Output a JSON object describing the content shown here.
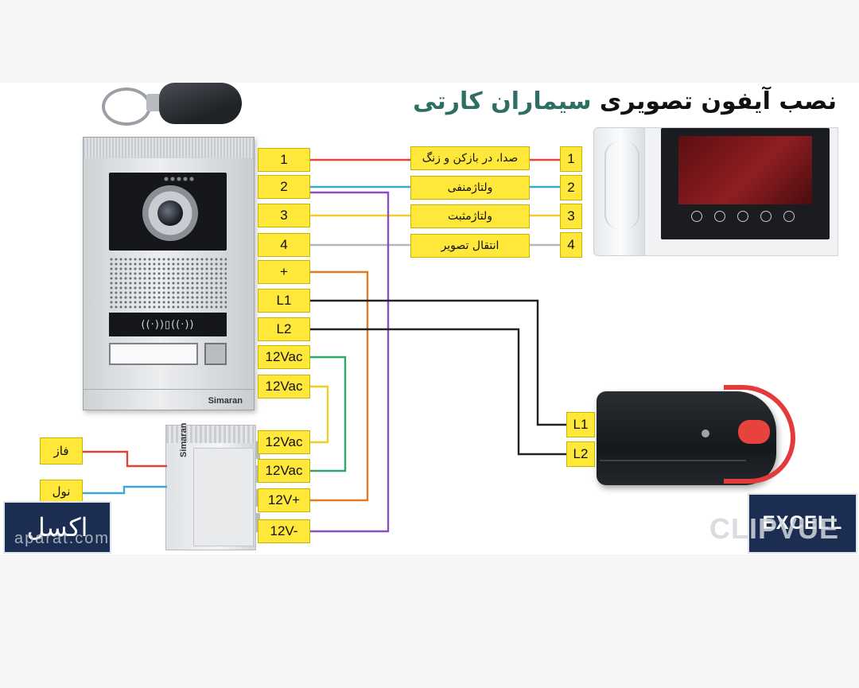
{
  "title": {
    "main": "نصب آیفون تصویری",
    "accent": "سیماران کارتی"
  },
  "panel": {
    "brand": "Simaran",
    "rfid_symbol": "((·))▯((·))"
  },
  "psu": {
    "brand": "Simaran"
  },
  "panel_terminals": [
    "1",
    "2",
    "3",
    "4",
    "+",
    "L1",
    "L2",
    "12Vac",
    "12Vac"
  ],
  "psu_terminals": [
    "12Vac",
    "12Vac",
    "12V+",
    "12V-"
  ],
  "monitor_terminals": [
    "1",
    "2",
    "3",
    "4"
  ],
  "wire_labels": [
    "صدا، در بازکن و زنگ",
    "ولتاژمنفی",
    "ولتاژمثبت",
    "انتقال تصویر"
  ],
  "mains": {
    "phase": "فاز",
    "neutral": "نول"
  },
  "lock_terminals": [
    "L1",
    "L2"
  ],
  "watermarks": {
    "left_logo": "اکسل",
    "left_text": "aparat.com",
    "right_logo": "EXCELL",
    "right_text": "CLIPVUE"
  },
  "wire_colors": {
    "red": "#e0443a",
    "cyan": "#39a8d8",
    "yellow": "#f2cc2a",
    "gray": "#b5b8bc",
    "orange": "#e07a25",
    "black": "#222222",
    "purple": "#8a4fc0",
    "green": "#2aa86a"
  }
}
